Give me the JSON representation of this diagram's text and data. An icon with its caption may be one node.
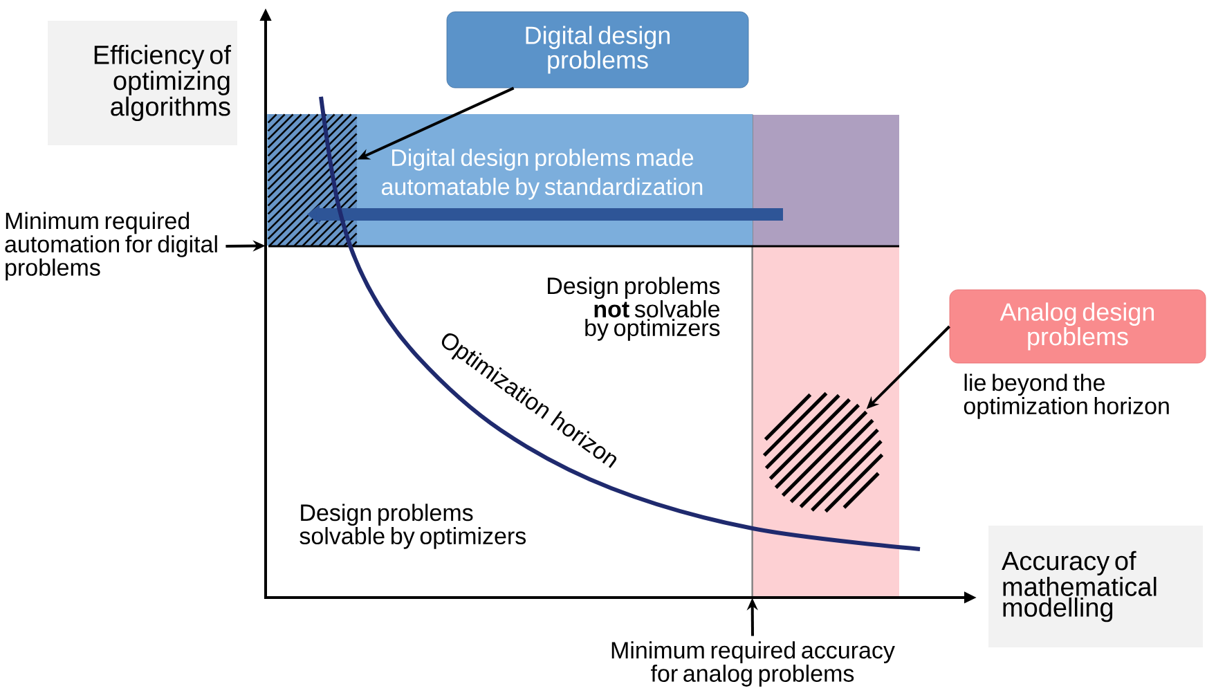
{
  "diagram": {
    "nodes": [
      {
        "text": [
          "Efficiency of optimizing algorithms"
        ]
      },
      {
        "text": [
          "Digital design problems"
        ]
      },
      {
        "text": [
          "Digital design problems made automatable by standardization"
        ]
      },
      {
        "text": [],
        "shape": "box",
        "in": 2
      },
      {
        "text": [
          "Minimum required automation for digital problems"
        ]
      },
      {
        "text": [
          "Analog design problems"
        ],
        "beside": [
          "lie beyond the optimization horizon"
        ]
      },
      {
        "text": [],
        "shape": "box"
      },
      {
        "text": [],
        "shape": "circle",
        "in": 6
      },
      {
        "text": [
          "Accuracy of mathematical modelling"
        ]
      },
      {
        "text": [
          "Minimum required accuracy for analog problems"
        ]
      }
    ],
    "edges": [
      {
        "from": 1,
        "to": 3,
        "arrow": "to"
      },
      {
        "from": 5,
        "to": 7,
        "arrow": "to"
      },
      {
        "from": 4,
        "to": 2,
        "arrow": "to"
      },
      {
        "from": 9,
        "to": 6,
        "arrow": "to"
      }
    ],
    "labels": [
      "Design problems **not** solvable by optimizers",
      "Optimization horizon",
      "Design problems solvable by optimizers"
    ]
  }
}
